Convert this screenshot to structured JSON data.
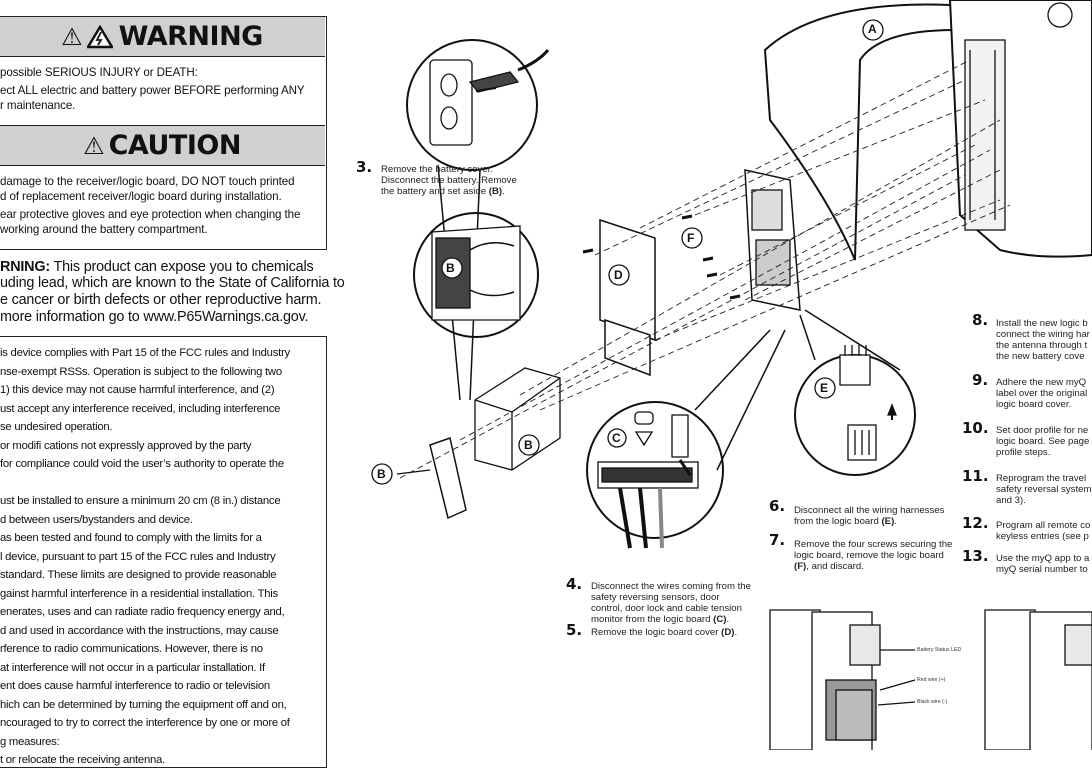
{
  "warning": {
    "title": "WARNING",
    "lines": [
      "possible SERIOUS INJURY or DEATH:",
      "ect ALL electric and battery power BEFORE performing ANY",
      "r maintenance."
    ]
  },
  "caution": {
    "title": "CAUTION",
    "lines": [
      "damage to the receiver/logic board, DO NOT touch printed",
      "d of replacement receiver/logic board during installation.",
      "ear protective gloves and eye protection when changing the",
      "working around the battery compartment."
    ]
  },
  "p65": {
    "label": "RNING:",
    "lines": [
      " This product can expose you to chemicals",
      "uding lead, which are known to the State of California to",
      "e cancer or birth defects or other reproductive harm.",
      "more information go to www.P65Warnings.ca.gov."
    ]
  },
  "fcc": {
    "lines": [
      "is device complies with Part 15 of the FCC rules and Industry",
      "nse-exempt RSSs. Operation is subject to the following two",
      "1) this device may not cause harmful interference, and (2)",
      "ust accept any interference received, including interference",
      "se undesired operation.",
      "or modifi cations not expressly approved by the party",
      "for compliance could void the user’s authority to operate the",
      "",
      "ust be installed to ensure a minimum 20 cm (8 in.) distance",
      "d between users/bystanders and device.",
      "as been tested and found to comply with the limits for a",
      "l device, pursuant to part 15 of the FCC rules and Industry",
      "standard. These limits are designed to provide reasonable",
      "gainst harmful interference in a residential installation. This",
      "enerates, uses and can radiate radio frequency energy and,",
      "d and used in accordance with the instructions, may cause",
      "rference to radio communications. However, there is no",
      "at interference will not occur in a particular installation. If",
      "ent does cause harmful interference to radio or television",
      "hich can be determined by turning the equipment off and on,",
      "ncouraged to try to correct the interference by one or more of",
      "g measures:",
      "t or relocate the receiving antenna."
    ]
  },
  "steps": {
    "s3": {
      "num": "3.",
      "text": "Remove the battery cover. Disconnect the battery. Remove the battery and set aside",
      "ref": "(B)"
    },
    "s4": {
      "num": "4.",
      "text": "Disconnect the wires coming from the safety reversing sensors, door control, door lock and cable tension monitor from the logic board",
      "ref": "(C)"
    },
    "s5": {
      "num": "5.",
      "text": "Remove the logic board cover",
      "ref": "(D)"
    },
    "s6": {
      "num": "6.",
      "text": "Disconnect all the wiring harnesses from the logic board",
      "ref": "(E)"
    },
    "s7": {
      "num": "7.",
      "text": "Remove the four screws securing the logic board, remove the logic board",
      "ref": "(F)",
      "tail": ", and discard."
    },
    "s8": {
      "num": "8.",
      "lines": [
        "Install the new logic b",
        "connect the wiring har",
        "the antenna through t",
        "the new battery cove"
      ]
    },
    "s9": {
      "num": "9.",
      "lines": [
        "Adhere the new myQ",
        "label over the original",
        "logic board cover."
      ]
    },
    "s10": {
      "num": "10.",
      "lines": [
        "Set door profile for ne",
        "logic board. See page",
        "profile steps."
      ]
    },
    "s11": {
      "num": "11.",
      "lines": [
        "Reprogram the travel",
        "safety reversal system",
        "and 3)."
      ]
    },
    "s12": {
      "num": "12.",
      "lines": [
        "Program all remote co",
        "keyless entries (see p"
      ]
    },
    "s13": {
      "num": "13.",
      "lines": [
        "Use the myQ app to a",
        "myQ serial number to"
      ]
    }
  },
  "callouts": {
    "A": "A",
    "B": "B",
    "C": "C",
    "D": "D",
    "E": "E",
    "F": "F"
  },
  "photo_labels": {
    "led": "Battery Status LED",
    "red": "Red wire (+)",
    "black": "Black wire (-)"
  }
}
